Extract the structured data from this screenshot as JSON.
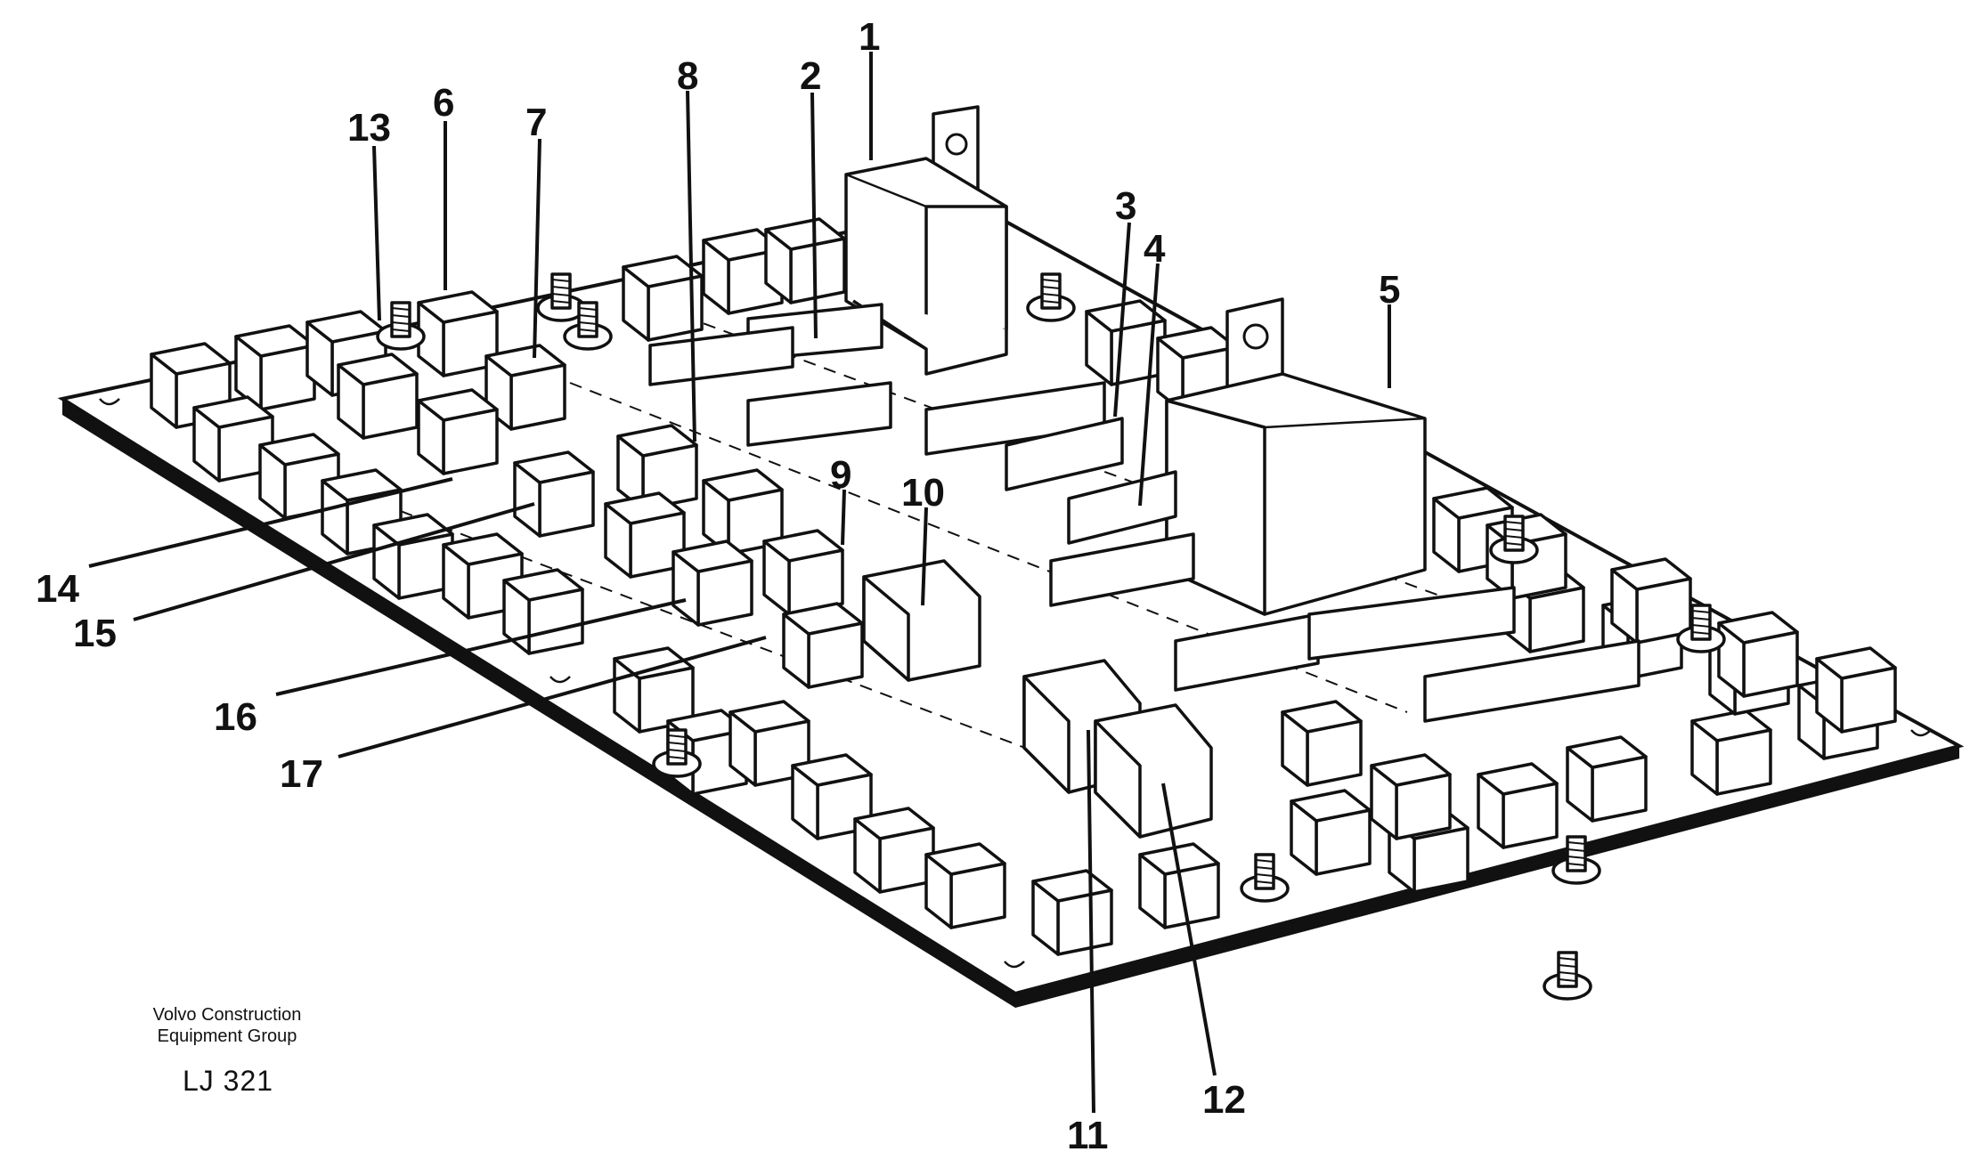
{
  "callouts": [
    "1",
    "2",
    "3",
    "4",
    "5",
    "6",
    "7",
    "8",
    "9",
    "10",
    "11",
    "12",
    "13",
    "14",
    "15",
    "16",
    "17"
  ],
  "credit": {
    "line1": "Volvo Construction",
    "line2": "Equipment Group",
    "code": "LJ 321"
  }
}
